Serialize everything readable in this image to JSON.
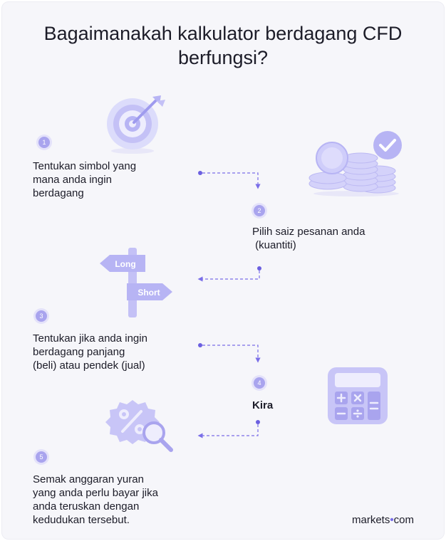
{
  "title": {
    "line1": "Bagaimanakah kalkulator berdagang CFD",
    "line2": "berfungsi?"
  },
  "steps": [
    {
      "number": "1",
      "lines": [
        "Tentukan simbol yang",
        "mana anda ingin",
        "berdagang"
      ]
    },
    {
      "number": "2",
      "lines": [
        "Pilih saiz pesanan anda",
        " (kuantiti)"
      ]
    },
    {
      "number": "3",
      "lines": [
        "Tentukan jika anda ingin",
        "berdagang panjang",
        "(beli) atau pendek (jual)"
      ]
    },
    {
      "number": "4",
      "lines": [
        "Kira"
      ]
    },
    {
      "number": "5",
      "lines": [
        "Semak anggaran yuran",
        "yang anda perlu bayar jika",
        "anda teruskan dengan",
        "kedudukan tersebut."
      ]
    }
  ],
  "signpost": {
    "long": "Long",
    "short": "Short"
  },
  "icons": {
    "step1": "target-icon",
    "step2": "coins-check-icon",
    "step3": "signpost-icon",
    "step4": "calculator-icon",
    "step5": "percent-badge-search-icon"
  },
  "brand": {
    "before": "markets",
    "dot": "•",
    "after": "com"
  },
  "colors": {
    "accent": "#7a6ee8",
    "badge": "#a9a4ee",
    "icon_light": "#dcdcfb",
    "icon_mid": "#b7b4f4",
    "text": "#1c1c28",
    "background": "#f6f6fa"
  }
}
